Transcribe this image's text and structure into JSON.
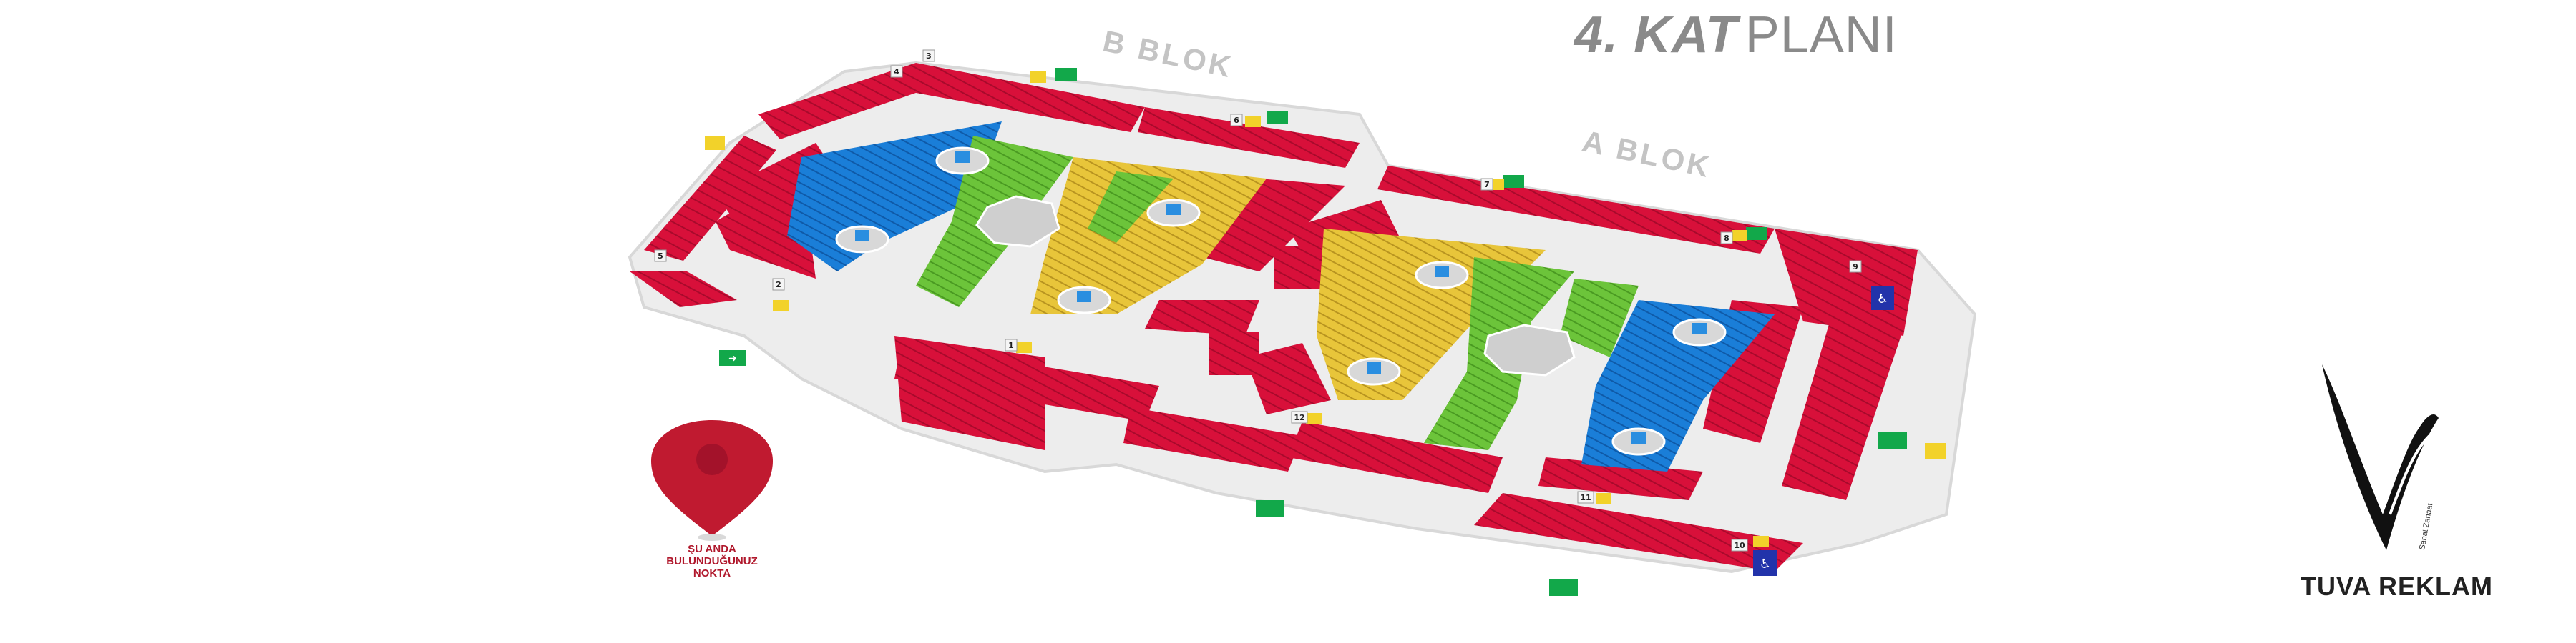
{
  "title": {
    "number": "4.",
    "kat": "KAT",
    "plan": "PLANI"
  },
  "blocks": {
    "b": "B BLOK",
    "a": "A BLOK"
  },
  "you_are_here": {
    "line1": "ŞU ANDA",
    "line2": "BULUNDUĞUNUZ",
    "line3": "NOKTA"
  },
  "brand": {
    "name": "TUVA REKLAM",
    "tagline": "Sanat Zanaat"
  },
  "elevator_numbers": [
    "1",
    "2",
    "3",
    "4",
    "5",
    "6",
    "7",
    "8",
    "9",
    "10",
    "11",
    "12"
  ],
  "colors": {
    "red": "#d8103a",
    "red_dark": "#a80a2c",
    "blue": "#1a7ed8",
    "green": "#6cc43a",
    "yellow": "#e8c53a",
    "plaza": "#cfcfcf",
    "exit": "#12a84a",
    "restroom": "#2233aa",
    "marker": "#c01a30"
  },
  "icons": [
    "exit-sign-icon",
    "elevator-icon",
    "restroom-icon",
    "escalator-icon",
    "location-pin-icon",
    "brand-logo-icon"
  ]
}
